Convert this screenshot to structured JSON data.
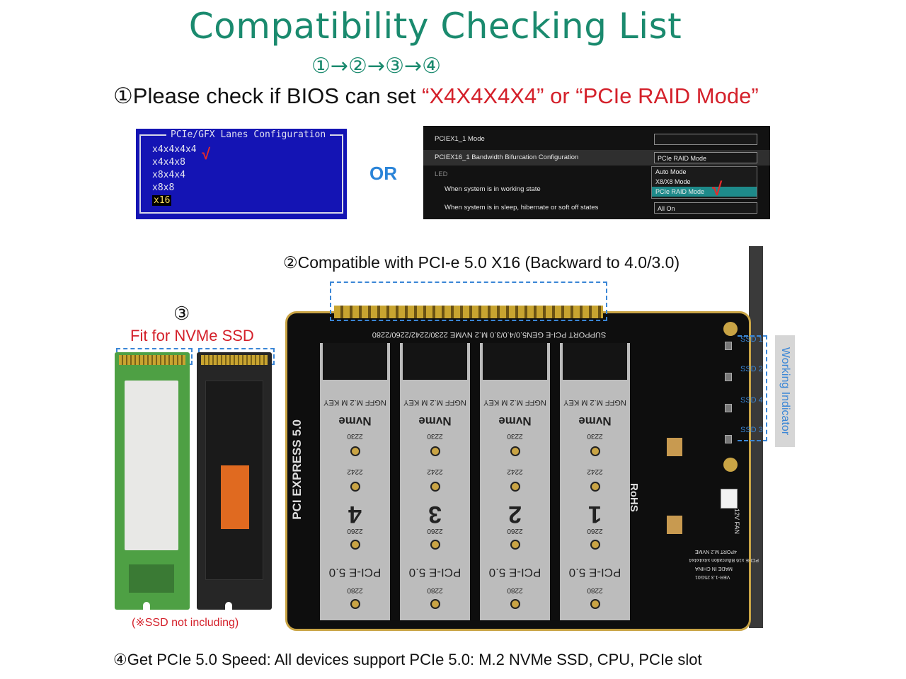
{
  "title": "Compatibility Checking List",
  "steps_flow": "①→②→③→④",
  "step1": {
    "prefix": "①Please check if BIOS can set ",
    "highlight": "“X4X4X4X4” or “PCIe RAID Mode”"
  },
  "bios": {
    "header": "PCIe/GFX Lanes Configuration",
    "options": [
      "x4x4x4x4",
      "x4x4x8",
      "x8x4x4",
      "x8x8",
      "x16"
    ],
    "check": "√"
  },
  "or_label": "OR",
  "uefi": {
    "row1_label": "PCIEX1_1 Mode",
    "row2_label": "PCIEX16_1 Bandwidth Bifurcation Configuration",
    "row2_value": "PCIe RAID Mode",
    "row3_label": "LED",
    "row4_label": "When system is in working state",
    "row5_label": "When system is in sleep, hibernate or soft off states",
    "row5_value": "All On",
    "dropdown_options": [
      "Auto Mode",
      "X8/X8 Mode",
      "PCIe RAID Mode"
    ],
    "check": "√"
  },
  "step2": "②Compatible with PCI-e 5.0 X16 (Backward to 4.0/3.0)",
  "step3": {
    "number": "③",
    "label": "Fit for NVMe SSD",
    "note": "(※SSD not including)"
  },
  "card": {
    "support_text": "SUPPORT PCI-E GEN5.0/4.0/3.0  M.2 NVME 2230/2242/2260/2280",
    "pci_express": "PCI EXPRESS 5.0",
    "slots": [
      {
        "num": "4",
        "key": "NGFF M.2 M KEY",
        "nvme": "Nvme",
        "pcie": "PCI-E 5.0"
      },
      {
        "num": "3",
        "key": "NGFF M.2 M KEY",
        "nvme": "Nvme",
        "pcie": "PCI-E 5.0"
      },
      {
        "num": "2",
        "key": "NGFF M.2 M KEY",
        "nvme": "Nvme",
        "pcie": "PCI-E 5.0"
      },
      {
        "num": "1",
        "key": "NGFF M.2 M KEY",
        "nvme": "Nvme",
        "pcie": "PCI-E 5.0"
      }
    ],
    "sizes": [
      "2230",
      "2242",
      "2260",
      "2280"
    ],
    "rohs": "RoHS",
    "fan": "12V FAN",
    "info_lines": [
      "4PORT M.2 NVME",
      "PCI-E x16 Bifurcation x4x4x4x4",
      "MADE IN CHINA",
      "VER-1.3  25G01"
    ]
  },
  "indicator": {
    "label": "Working Indicator",
    "ssd_labels": [
      "SSD 1",
      "SSD 2",
      "SSD 4",
      "SSD 3"
    ]
  },
  "step4": "④Get PCIe 5.0 Speed: All devices support PCIe 5.0: M.2 NVMe SSD, CPU, PCIe slot",
  "colors": {
    "title": "#1a8a6e",
    "highlight": "#d4202a",
    "accent": "#3a86d6"
  }
}
